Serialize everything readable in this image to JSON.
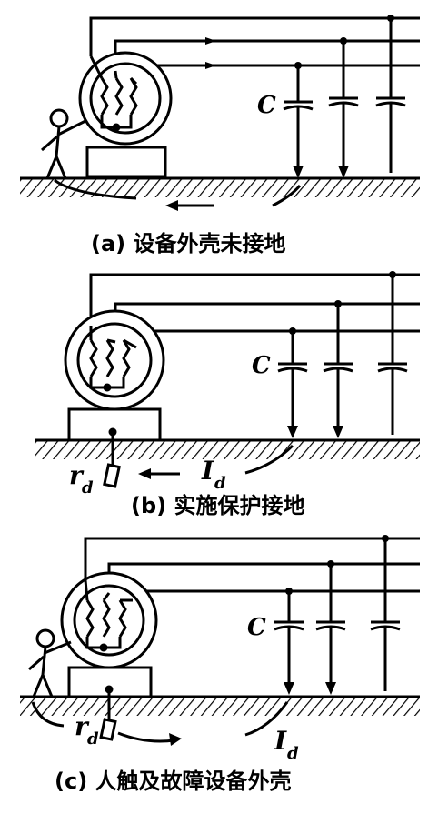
{
  "panels": [
    {
      "id": "a",
      "caption": "(a) 设备外壳未接地",
      "capacitor_label": "C"
    },
    {
      "id": "b",
      "caption": "(b) 实施保护接地",
      "capacitor_label": "C",
      "resistance_label": "r",
      "resistance_sub": "d",
      "current_label": "I",
      "current_sub": "d"
    },
    {
      "id": "c",
      "caption": "(c) 人触及故障设备外壳",
      "capacitor_label": "C",
      "resistance_label": "r",
      "resistance_sub": "d",
      "current_label": "I",
      "current_sub": "d"
    }
  ],
  "icons": [
    "motor-icon",
    "capacitor-icon",
    "person-icon",
    "ground-electrode-icon"
  ]
}
